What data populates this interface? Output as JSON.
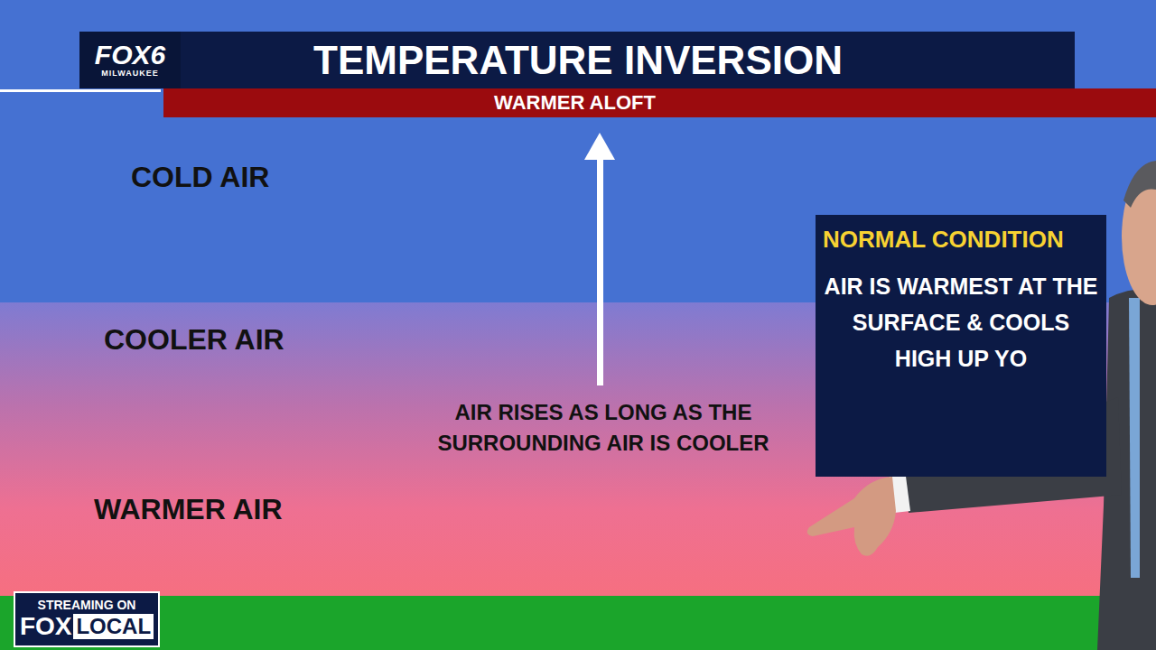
{
  "diagram": {
    "title": "TEMPERATURE INVERSION",
    "nodes": [
      {
        "text": [
          "FOX6",
          "MILWAUKEE"
        ]
      },
      {
        "text": [
          "WARMER ALOFT"
        ]
      },
      {
        "text": [
          "NORMAL CONDITION",
          "AIR IS WARMEST AT THE SURFACE & COOLS HIGH UP YO"
        ]
      },
      {
        "text": [
          "STREAMING ON",
          "FOX",
          "LOCAL"
        ]
      }
    ],
    "labels": [
      "COLD AIR",
      "COOLER AIR",
      "AIR RISES AS LONG AS THE SURROUNDING AIR IS COOLER",
      "WARMER AIR"
    ]
  }
}
